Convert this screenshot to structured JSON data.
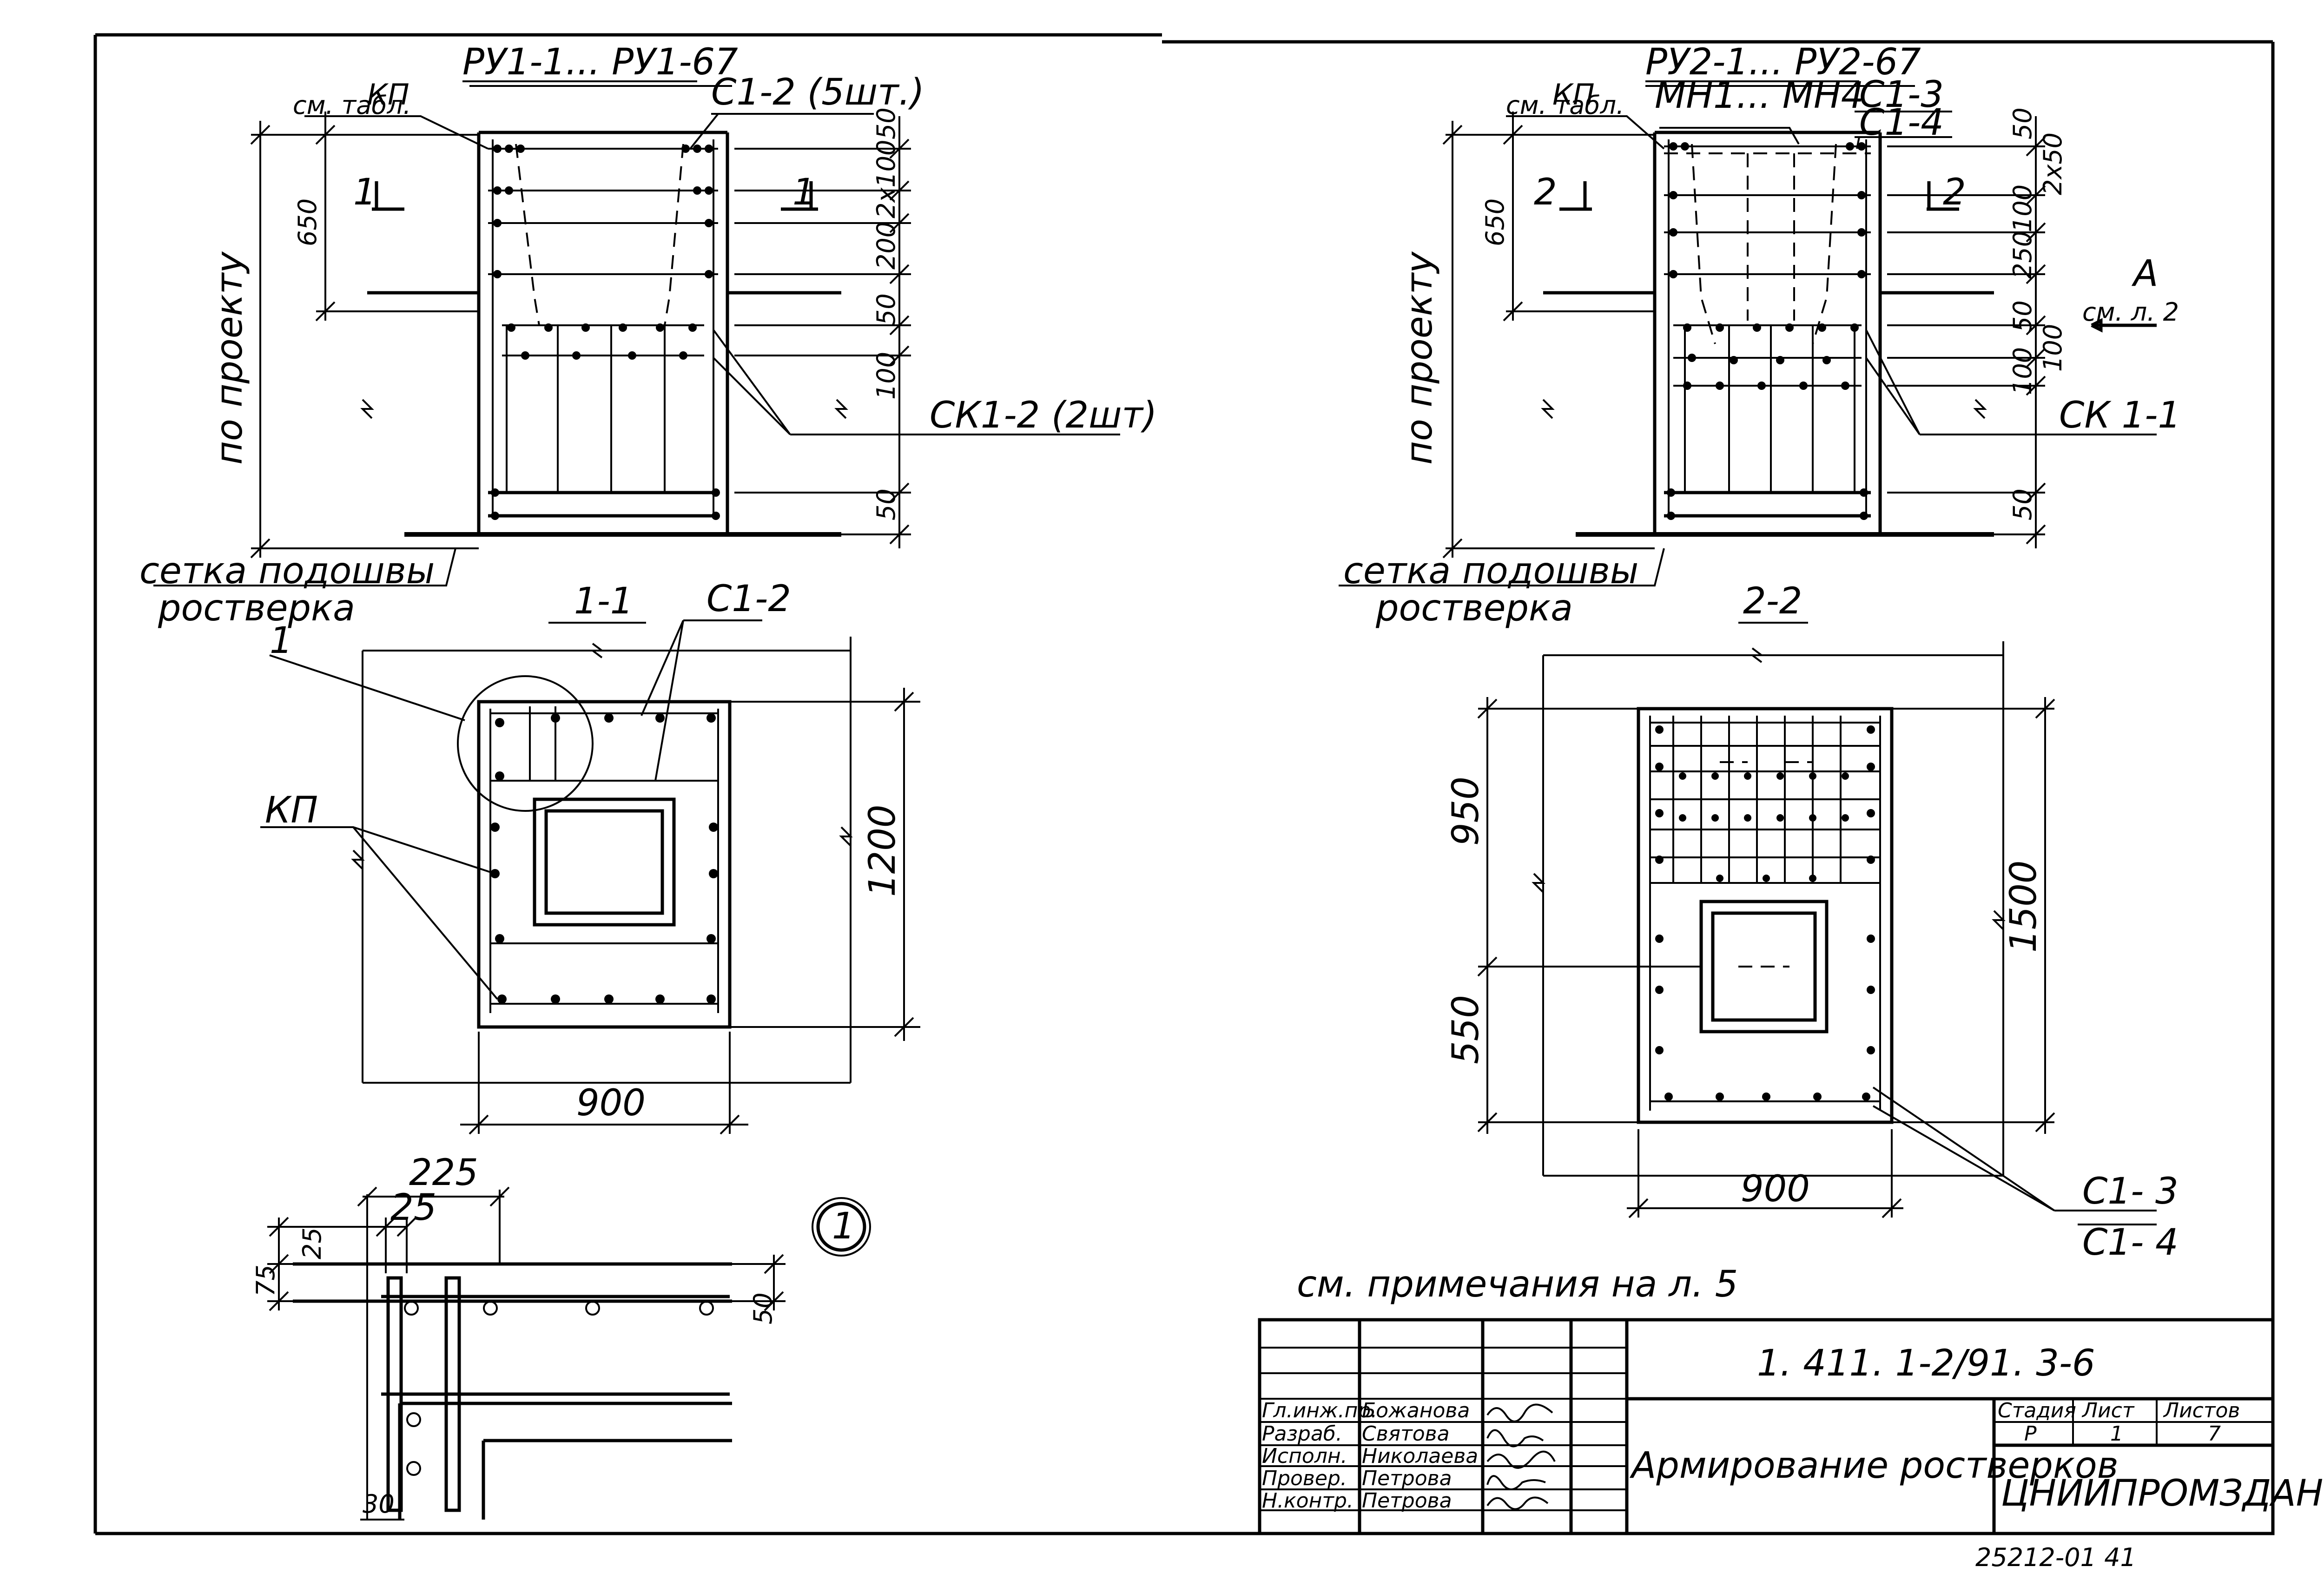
{
  "drawing": {
    "left": {
      "title": "РУ1-1... РУ1-67",
      "kp": "КП",
      "sm_tabl": "см. табл.",
      "mesh": "С1-2 (5шт.)",
      "ck": "СК1-2 (2шт)",
      "section_mark": "1",
      "po_proektu": "по проекту",
      "setka1": "сетка подошвы",
      "setka2": "ростверка",
      "dim_650": "650",
      "dim_50a": "50",
      "dim_2x100": "2х100",
      "dim_200": "200",
      "dim_50b": "50",
      "dim_100": "100",
      "dim_50c": "50"
    },
    "section1": {
      "title": "1-1",
      "mesh": "С1-2",
      "kp": "КП",
      "callout": "1",
      "dim_1200": "1200",
      "dim_900": "900"
    },
    "right": {
      "title": "РУ2-1... РУ2-67",
      "mn": "МН1... МН4",
      "kp": "КП",
      "sm_tabl": "см. табл.",
      "mesh_a": "С1-3",
      "mesh_b": "С1-4",
      "ck": "СК 1-1",
      "view_a": "А",
      "view_a_ref": "см. л. 2",
      "section_mark": "2",
      "po_proektu": "по проекту",
      "setka1": "сетка подошвы",
      "setka2": "ростверка",
      "dim_650": "650",
      "dim_50a": "50",
      "dim_2x50": "2х50",
      "dim_100a": "100",
      "dim_250": "250",
      "dim_50b": "50",
      "dim_100b": "100",
      "dim_100c": "100",
      "dim_50c": "50"
    },
    "section2": {
      "title": "2-2",
      "dim_950": "950",
      "dim_550": "550",
      "dim_1500": "1500",
      "dim_900": "900",
      "mesh_a": "С1- 3",
      "mesh_b": "С1- 4"
    },
    "detail": {
      "marker": "1",
      "dim_225": "225",
      "dim_25a": "25",
      "dim_25b": "25",
      "dim_75": "75",
      "dim_50": "50",
      "dim_30": "30"
    },
    "note": "см. примечания    на л. 5"
  },
  "title_block": {
    "code": "1. 411. 1-2/91. 3-6",
    "name": "Армирование ростверков",
    "org": "ЦНИИПРОМЗДАНИЙ",
    "stage_header": "Стадия",
    "sheet_header": "Лист",
    "sheets_header": "Листов",
    "stage": "Р",
    "sheet": "1",
    "sheets": "7",
    "rows": [
      {
        "role": "Гл.инж.пр.",
        "name": "Божанова"
      },
      {
        "role": "Разраб.",
        "name": "Святова"
      },
      {
        "role": "Исполн.",
        "name": "Николаева"
      },
      {
        "role": "Провер.",
        "name": "Петрова"
      },
      {
        "role": "Н.контр.",
        "name": "Петрова"
      }
    ],
    "archive_no": "25212-01  41"
  }
}
